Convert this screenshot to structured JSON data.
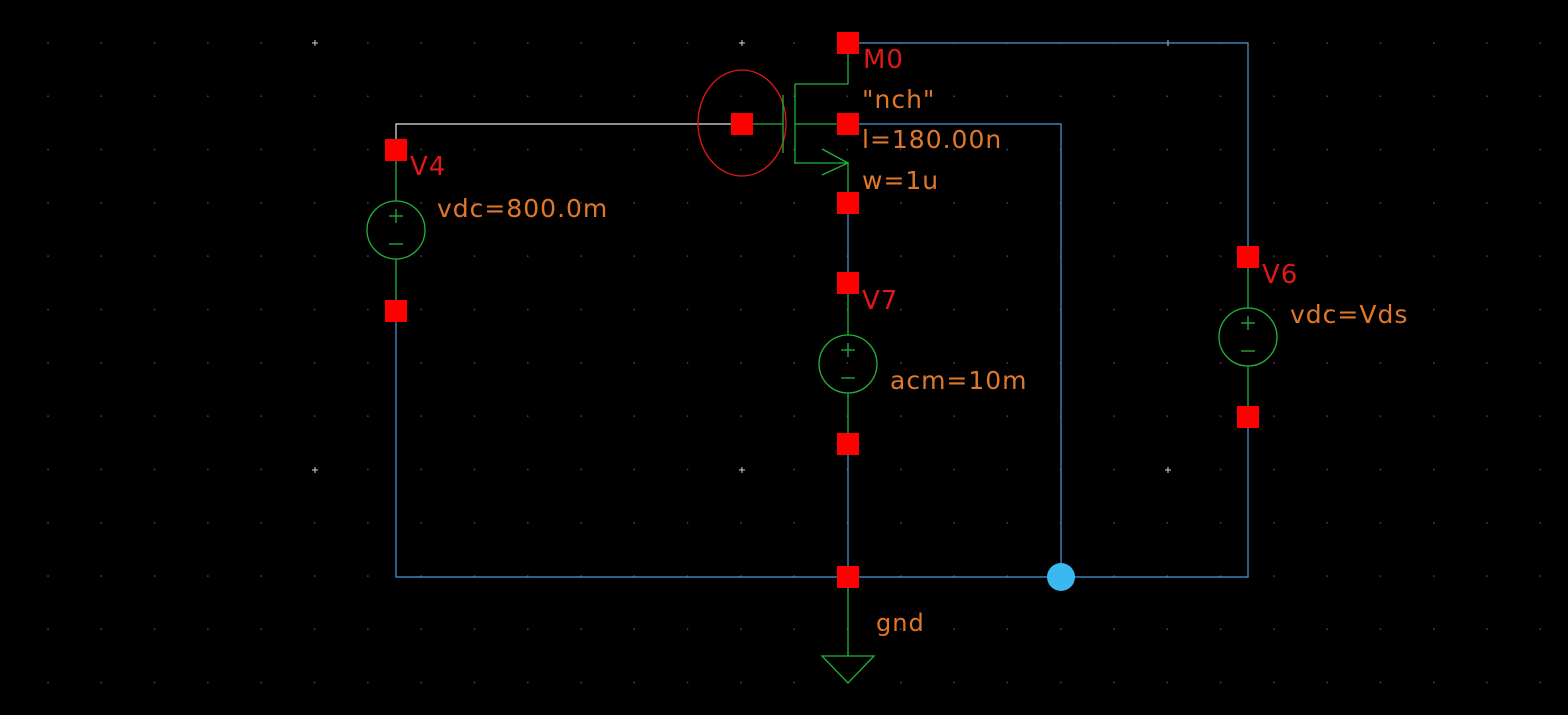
{
  "colors": {
    "background": "#000000",
    "wire": "#4a9ad6",
    "gate_wire": "#e6e6e6",
    "device": "#22b33a",
    "pin": "#ff0000",
    "label": "#e0782c",
    "instance_label": "#e01818",
    "highlight": "#e01818",
    "junction": "#3ab8f0",
    "grid": "#4a4a4a",
    "grid_major": "#cfcfcf"
  },
  "schematic": {
    "nmos": {
      "name": "M0",
      "model": "\"nch\"",
      "length": "l=180.00n",
      "width": "w=1u"
    },
    "v4": {
      "name": "V4",
      "param": "vdc=800.0m"
    },
    "v7": {
      "name": "V7",
      "param": "acm=10m"
    },
    "v6": {
      "name": "V6",
      "param": "vdc=Vds"
    },
    "ground": {
      "label": "gnd"
    }
  }
}
